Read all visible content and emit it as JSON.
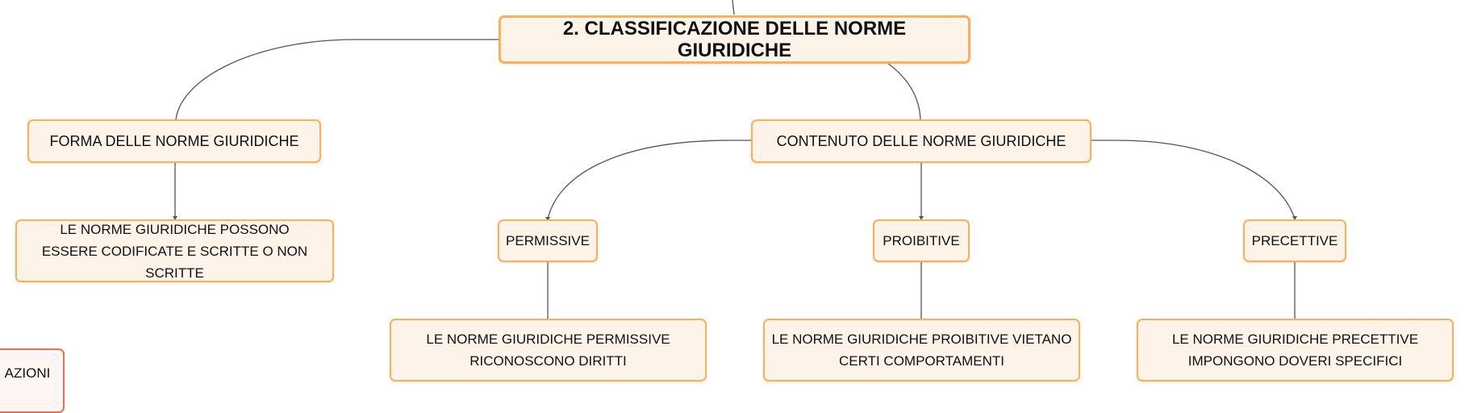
{
  "nodes": {
    "root": "2. CLASSIFICAZIONE DELLE NORME GIURIDICHE",
    "forma": "FORMA DELLE NORME GIURIDICHE",
    "contenuto": "CONTENUTO DELLE NORME GIURIDICHE",
    "forma_desc": "LE NORME GIURIDICHE POSSONO ESSERE CODIFICATE E SCRITTE O NON SCRITTE",
    "permissive": "PERMISSIVE",
    "proibitive": "PROIBITIVE",
    "precettive": "PRECETTIVE",
    "permissive_desc": "LE NORME GIURIDICHE PERMISSIVE RICONOSCONO DIRITTI",
    "proibitive_desc": "LE NORME GIURIDICHE PROIBITIVE VIETANO CERTI COMPORTAMENTI",
    "precettive_desc": "LE NORME GIURIDICHE PRECETTIVE IMPONGONO DOVERI SPECIFICI",
    "partial_left": "AZIONI"
  },
  "colors": {
    "node_fill": "#fdf3e9",
    "node_border": "#f4b15e",
    "partial_border": "#e8705a",
    "connector": "#555555"
  }
}
